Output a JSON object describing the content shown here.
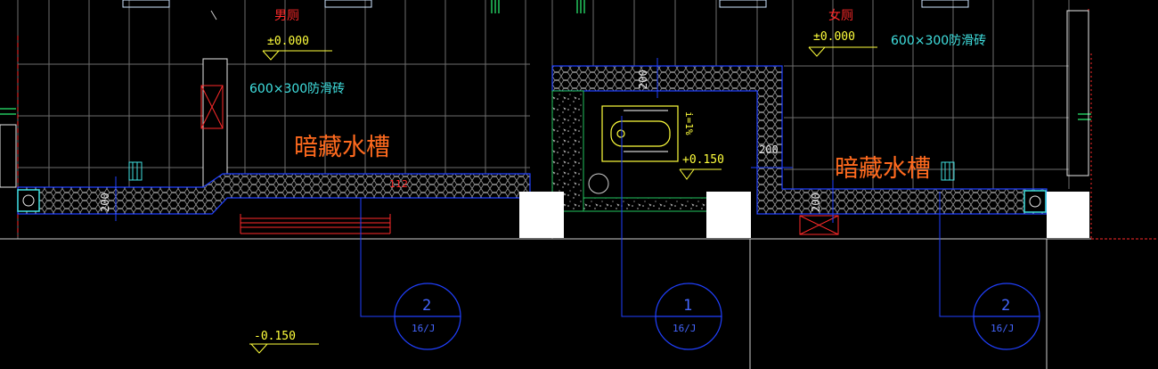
{
  "rooms": {
    "male_toilet": "男厕",
    "female_toilet": "女厕"
  },
  "elevations": {
    "male_floor": "±0.000",
    "female_floor": "±0.000",
    "platform": "+0.150",
    "outside": "-0.150"
  },
  "tile_notes": {
    "left": "600×300防滑砖",
    "right": "600×300防滑砖"
  },
  "gutter_labels": {
    "left": "暗藏水槽",
    "right": "暗藏水槽"
  },
  "dimensions": {
    "left_gutter": "200",
    "mid_top": "200",
    "mid_right": "200",
    "right_gutter": "200",
    "small_red": "112"
  },
  "slope_note": "i=1%",
  "detail_callouts": [
    {
      "number": "2",
      "sheet": "16/J"
    },
    {
      "number": "1",
      "sheet": "16/J"
    },
    {
      "number": "2",
      "sheet": "16/J"
    }
  ],
  "colors": {
    "background": "#000000",
    "grid": "#6e6e6e",
    "red": "#ff2a2a",
    "yellow": "#ffff3c",
    "cyan": "#40e0e0",
    "blue": "#2040ff",
    "orange": "#ff6a1e",
    "green": "#22c55e"
  }
}
